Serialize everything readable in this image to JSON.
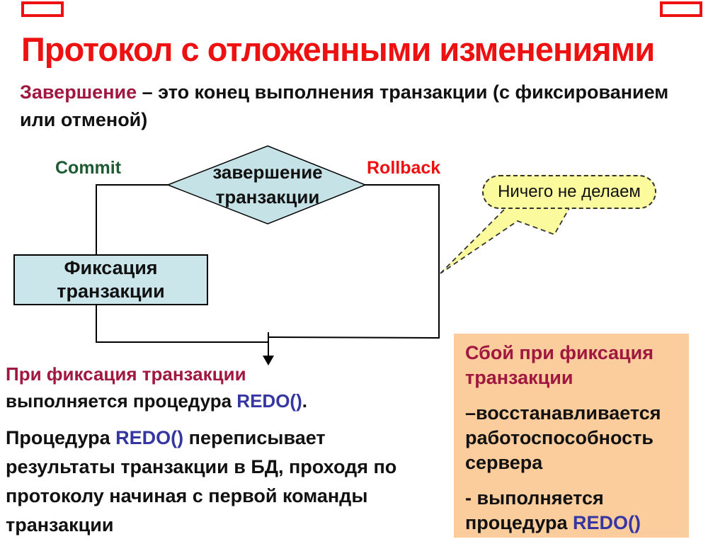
{
  "slide": {
    "title": "Протокол с отложенными изменениями",
    "lead": {
      "term": "Завершение",
      "line1_rest": " – это конец выполнения транзакции (с фиксированием",
      "line2": "или отменой)"
    },
    "diagram": {
      "commit_label": "Commit",
      "rollback_label": "Rollback",
      "decision_line1": "завершение",
      "decision_line2": "транзакции",
      "process_line1": "Фиксация",
      "process_line2": "транзакции",
      "callout_text": "Ничего не делаем"
    },
    "note_commit": {
      "line1": "При фиксация транзакции",
      "line2_pre": "выполняется процедура ",
      "line2_code": "REDO()",
      "line2_post": "."
    },
    "note_redo": {
      "line1_pre": "Процедура ",
      "line1_code": "REDO()",
      "line1_post": " переписывает",
      "line2": "результаты транзакции в БД, проходя по",
      "line3": "протоколу начиная с первой команды",
      "line4": "транзакции"
    },
    "failure_box": {
      "heading_line1": "Сбой при фиксация",
      "heading_line2": "транзакции",
      "item1_line1": "–восстанавливается",
      "item1_line2": "работоспособность",
      "item1_line3": "сервера",
      "item2_line1": "- выполняется",
      "item2_line2_pre": "процедура ",
      "item2_line2_code": "REDO()"
    },
    "colors": {
      "title_red": "#ee1111",
      "maroon_accent": "#a0173f",
      "code_blue": "#3636a3",
      "commit_green": "#1e5b33",
      "shape_fill_blue": "#c5e2e7",
      "callout_yellow": "#fbfb9e",
      "failure_bg_orange": "#fbcd9d"
    }
  }
}
